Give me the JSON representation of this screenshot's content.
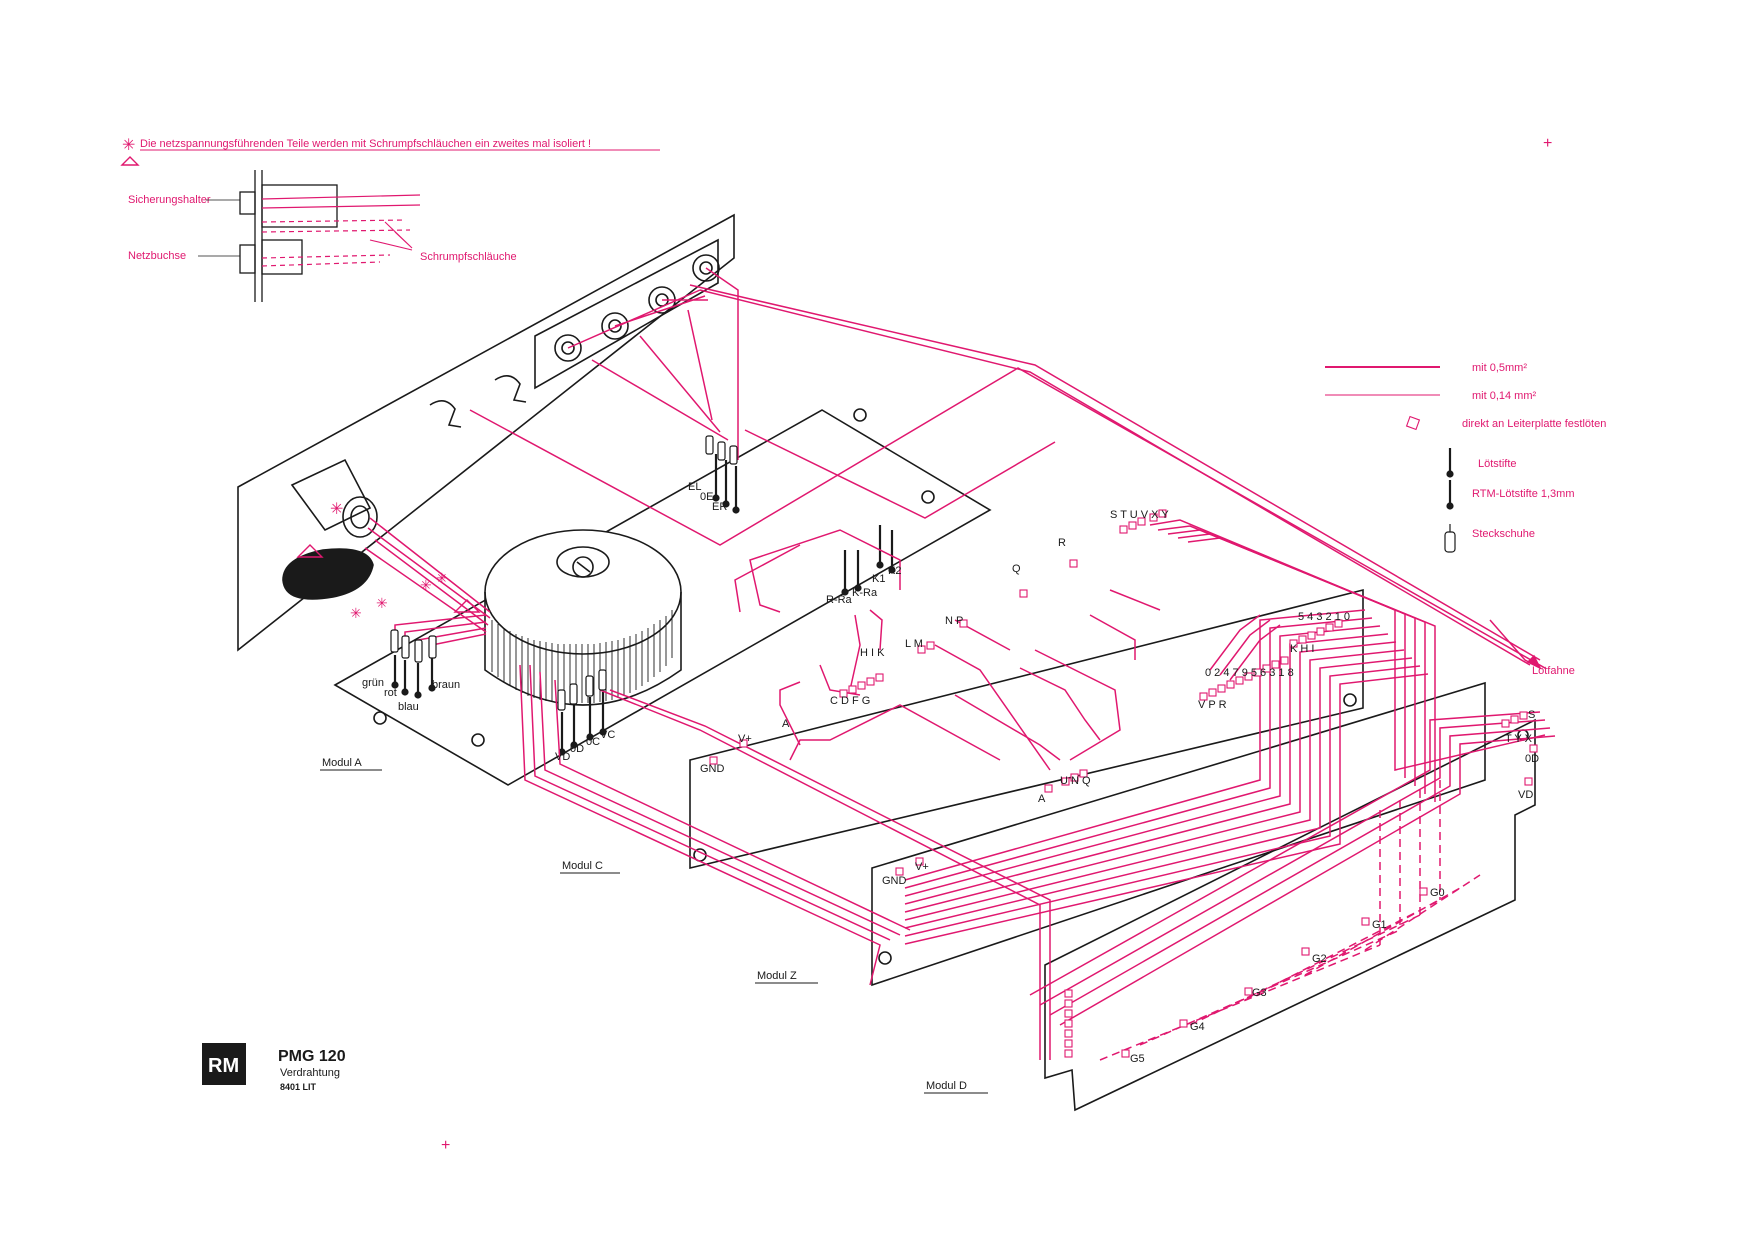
{
  "colors": {
    "wire": "#e0186f",
    "ink": "#1a1a1a",
    "paper": "#ffffff"
  },
  "note": {
    "star_text": "Die netzspannungsführenden Teile werden mit Schrumpfschläuchen ein zweites mal isoliert !",
    "sicherungshalter": "Sicherungshalter",
    "netzbuchse": "Netzbuchse",
    "schrumpfschlauche": "Schrumpfschläuche"
  },
  "legend": {
    "thick": "mit 0,5mm²",
    "thin": "mit 0,14 mm²",
    "solder_pad": "direkt an Leiterplatte festlöten",
    "pin": "Lötstifte",
    "rtm_pin": "RTM-Lötstifte 1,3mm",
    "shoe": "Steckschuhe"
  },
  "modules": {
    "a": "Modul A",
    "c": "Modul C",
    "z": "Modul Z",
    "d": "Modul D"
  },
  "labels": {
    "gruen": "grün",
    "rot": "rot",
    "blau": "blau",
    "braun": "braun",
    "el": "EL",
    "oe": "0E",
    "er": "ER",
    "r_ra": "R-Ra",
    "k_ra": "K-Ra",
    "k1": "K1",
    "k2": "K2",
    "vd": "VD",
    "od": "0D",
    "oc": "0C",
    "vc": "VC",
    "hik": "H I K",
    "cdfg": "C D F G",
    "lm": "L M",
    "np": "N P",
    "q": "Q",
    "r": "R",
    "stuvxy": "S T U V  X Y",
    "digits_top": "5 4 3 2 1 0",
    "khi": "K H I",
    "digits_mid": "0 2 4 7 9 5 6 3 1 8",
    "vpr": "V P R",
    "a1": "A",
    "a2": "A",
    "unq": "U N Q",
    "vplus1": "V+",
    "gnd1": "GND",
    "vplus2": "V+",
    "gnd2": "GND",
    "loetfahne": "Lötfahne",
    "s": "S",
    "tyx": "T Y X",
    "od2": "0D",
    "vd2": "VD",
    "g0": "G0",
    "g1": "G1",
    "g2": "G2",
    "g3": "G3",
    "g4": "G4",
    "g5": "G5"
  },
  "title_block": {
    "logo": "RM",
    "title": "PMG 120",
    "subtitle": "Verdrahtung",
    "number": "8401 LIT"
  },
  "marks": {
    "plus1": "+",
    "plus2": "+"
  }
}
